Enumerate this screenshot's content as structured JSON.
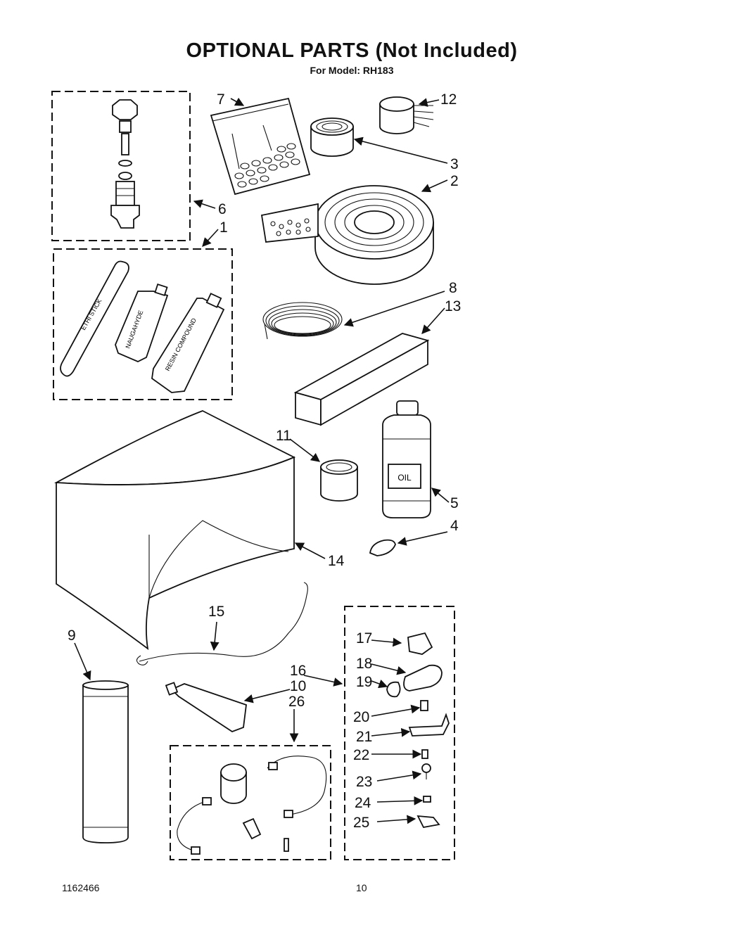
{
  "header": {
    "title": "OPTIONAL PARTS (Not Included)",
    "subtitle": "For Model: RH183"
  },
  "callouts": [
    "1",
    "2",
    "3",
    "4",
    "5",
    "6",
    "7",
    "8",
    "9",
    "10",
    "11",
    "12",
    "13",
    "14",
    "15",
    "16",
    "17",
    "18",
    "19",
    "20",
    "21",
    "22",
    "23",
    "24",
    "25",
    "26"
  ],
  "part_labels": {
    "stick": "ETHI STICK",
    "tube_small": "NAUGAHYDE",
    "tube_large": "RESIN COMPOUND",
    "bottle": "OIL"
  },
  "footer": {
    "doc_number": "1162466",
    "page_number": "10"
  }
}
